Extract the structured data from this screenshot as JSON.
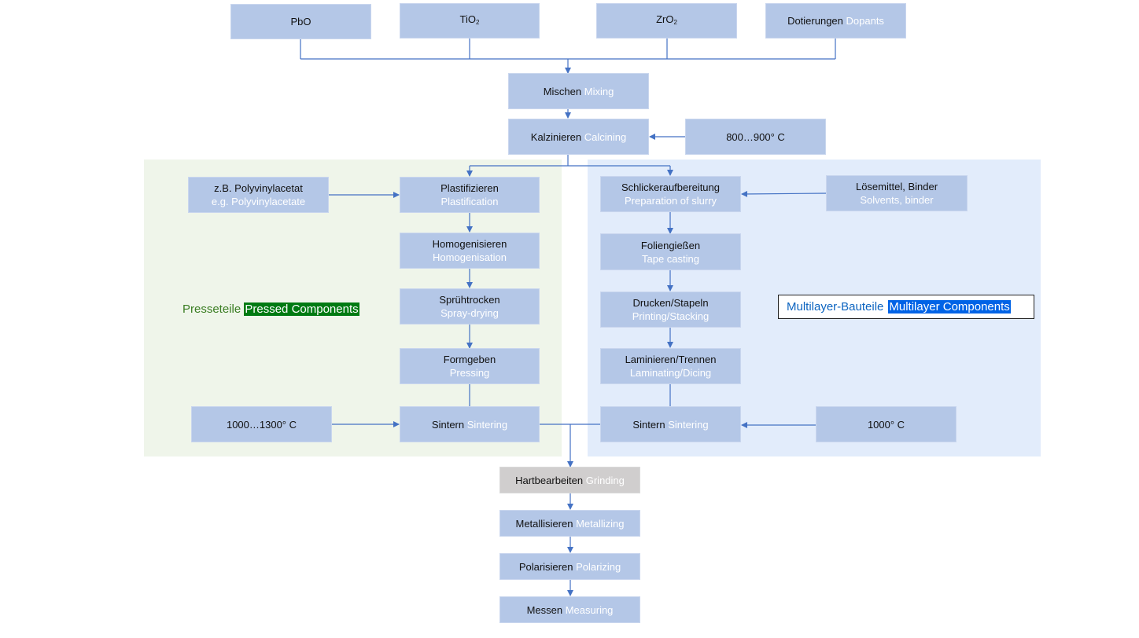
{
  "raw_materials": {
    "pbo": "PbO",
    "tio2_base": "TiO",
    "tio2_sub": "2",
    "zro2_base": "ZrO",
    "zro2_sub": "2",
    "dopants_de": "Dotierungen",
    "dopants_en": "Dopants"
  },
  "mixing": {
    "de": "Mischen",
    "en": "Mixing"
  },
  "calcining": {
    "de": "Kalzinieren",
    "en": "Calcining"
  },
  "calcining_temp": "800…900° C",
  "pressed": {
    "label_de": "Presseteile",
    "label_en": "Pressed Components",
    "additive": {
      "de": "z.B. Polyvinylacetat",
      "en": "e.g. Polyvinylacetate"
    },
    "plastification": {
      "de": "Plastifizieren",
      "en": "Plastification"
    },
    "homogenisation": {
      "de": "Homogenisieren",
      "en": "Homogenisation"
    },
    "spray_drying": {
      "de": "Sprühtrocken",
      "en": "Spray-drying"
    },
    "pressing": {
      "de": "Formgeben",
      "en": "Pressing"
    },
    "sintering": {
      "de": "Sintern",
      "en": "Sintering"
    },
    "sinter_temp": "1000…1300° C"
  },
  "multilayer": {
    "label_de": "Multilayer-Bauteile",
    "label_en": "Multilayer Components",
    "solvents": {
      "de": "Lösemittel, Binder",
      "en": "Solvents, binder"
    },
    "slurry": {
      "de": "Schlickeraufbereitung",
      "en": "Preparation of slurry"
    },
    "tape_casting": {
      "de": "Foliengießen",
      "en": "Tape casting"
    },
    "printing": {
      "de": "Drucken/Stapeln",
      "en": "Printing/Stacking"
    },
    "laminating": {
      "de": "Laminieren/Trennen",
      "en": "Laminating/Dicing"
    },
    "sintering": {
      "de": "Sintern",
      "en": "Sintering"
    },
    "sinter_temp": "1000° C"
  },
  "grinding": {
    "de": "Hartbearbeiten",
    "en": "Grinding"
  },
  "metallizing": {
    "de": "Metallisieren",
    "en": "Metallizing"
  },
  "polarizing": {
    "de": "Polarisieren",
    "en": "Polarizing"
  },
  "measuring": {
    "de": "Messen",
    "en": "Measuring"
  },
  "colors": {
    "box_fill": "#b4c7e7",
    "connector": "#4472c4",
    "pressed_region": "#eff5ea",
    "multilayer_region": "#e2ecfb",
    "grinding_fill": "#d0cece",
    "pressed_highlight": "#007a12",
    "multilayer_highlight": "#0063e6"
  }
}
